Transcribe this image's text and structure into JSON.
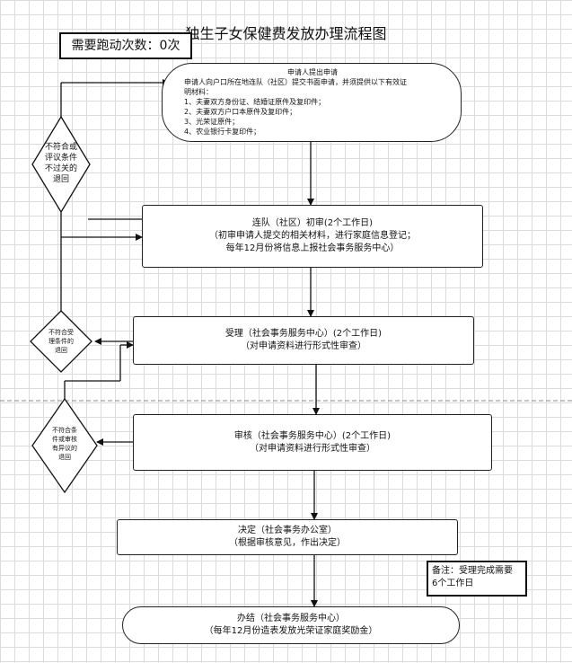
{
  "title": "独生子女保健费发放办理流程图",
  "counter": "需要跑动次数：0次",
  "application": {
    "heading": "申请人提出申请",
    "lines": [
      "申请人向户口所在地连队（社区）提交书面申请，并须提供以下有效证",
      "明材料：",
      "1、夫妻双方身份证、结婚证原件及复印件；",
      "2、夫妻双方户口本原件及复印件；",
      "3、光荣证原件；",
      "4、农业银行卡复印件；"
    ]
  },
  "step_initial": {
    "title": "连队（社区）初审(2个工作日)",
    "lines": [
      "（初审申请人提交的相关材料，进行家庭信息登记；",
      "每年12月份将信息上报社会事务服务中心）"
    ]
  },
  "step_accept": {
    "title": "受理（社会事务服务中心）(2个工作日)",
    "lines": [
      "（对申请资料进行形式性审查）"
    ]
  },
  "step_review": {
    "title": "审核（社会事务服务中心）(2个工作日)",
    "lines": [
      "（对申请资料进行形式性审查）"
    ]
  },
  "step_decide": {
    "title": "决定（社会事务办公室）",
    "lines": [
      "（根据审核意见，作出决定）"
    ]
  },
  "step_finish": {
    "title": "办结（社会事务服务中心）",
    "lines": [
      "（每年12月份造表发放光荣证家庭奖励金）"
    ]
  },
  "reject_1": [
    "不符合或",
    "评议条件",
    "不过关的",
    "退回"
  ],
  "reject_2": [
    "不符合受",
    "理条件的",
    "退回"
  ],
  "reject_3": [
    "不符合条",
    "件或审核",
    "有异议的",
    "退回"
  ],
  "note": [
    "备注：受理完成需要",
    "6个工作日"
  ]
}
